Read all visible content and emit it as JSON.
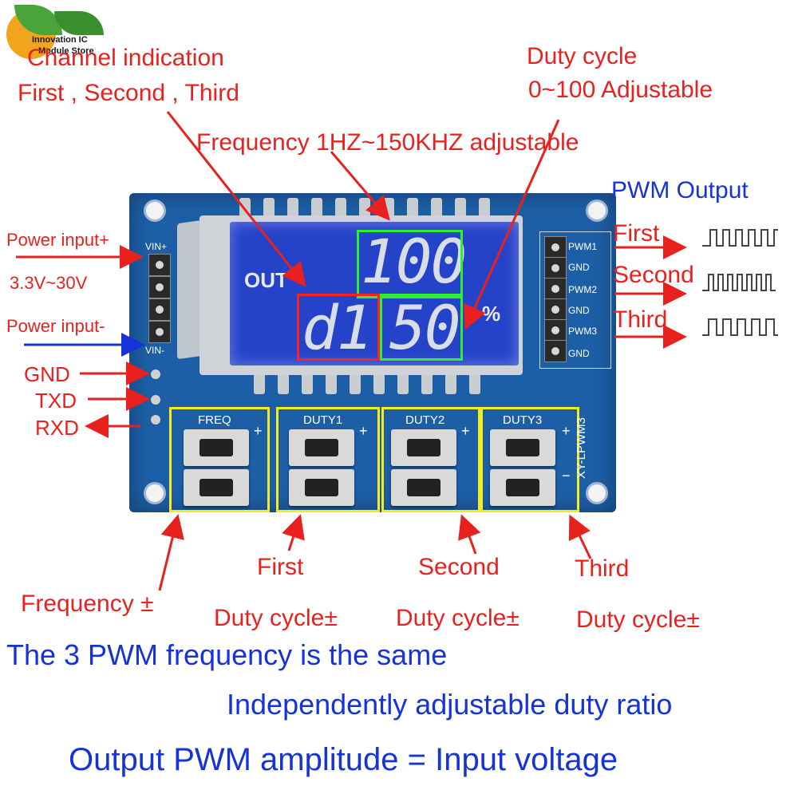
{
  "logo": {
    "line1": "Innovation IC",
    "line2": "Module Store"
  },
  "annotations": {
    "channel_indication": "Channel indication",
    "channels_list": "First  , Second , Third",
    "duty_cycle": "Duty cycle",
    "duty_range": "0~100 Adjustable",
    "frequency_range": "Frequency 1HZ~150KHZ  adjustable",
    "pwm_output": "PWM Output",
    "out_first": "First",
    "out_second": "Second",
    "out_third": "Third",
    "power_plus": "Power input+",
    "voltage_range": "3.3V~30V",
    "power_minus": "Power input-",
    "gnd": "GND",
    "txd": "TXD",
    "rxd": "RXD",
    "freq_pm": "Frequency ±",
    "first": "First",
    "second": "Second",
    "third": "Third",
    "duty_pm_1": "Duty cycle±",
    "duty_pm_2": "Duty cycle±",
    "duty_pm_3": "Duty cycle±"
  },
  "board": {
    "pin_vin_plus": "VIN+",
    "pin_vin_minus": "VIN-",
    "right_pins": [
      "PWM1",
      "GND",
      "PWM2",
      "GND",
      "PWM3",
      "GND"
    ],
    "buttons": [
      "FREQ",
      "DUTY1",
      "DUTY2",
      "DUTY3"
    ],
    "model": "XY-LPWM3",
    "plus": "+",
    "minus": "−"
  },
  "lcd": {
    "out_label": "OUT",
    "top_digits": "100",
    "channel_digit": "d1",
    "bottom_digits": "50",
    "percent": "%"
  },
  "footer": {
    "line1": "The 3 PWM frequency is the same",
    "line2": "Independently adjustable duty ratio",
    "line3": "Output PWM amplitude = Input voltage"
  },
  "colors": {
    "annotation": "#e8211f",
    "note": "#1533d6",
    "pcb": "#1d5fa6",
    "lcd": "#2543c9",
    "highlight_green": "#2ef02e",
    "highlight_yellow": "#f4ec1d"
  }
}
